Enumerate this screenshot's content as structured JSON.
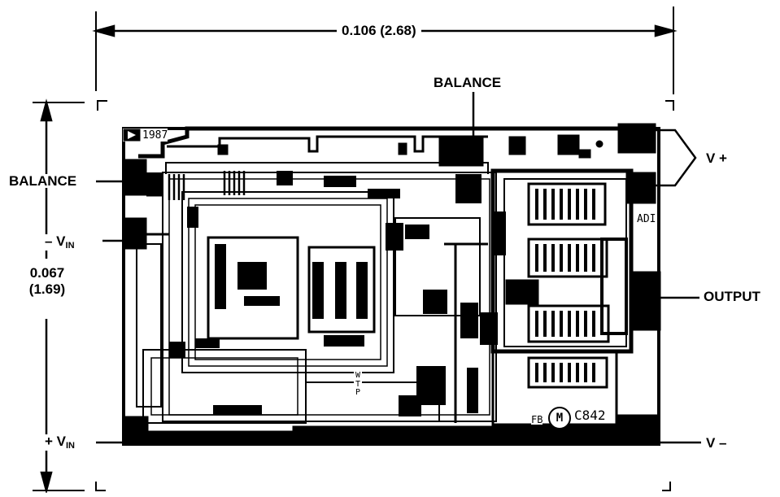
{
  "dimensions": {
    "width_label": "0.106 (2.68)",
    "height_inches": "0.067",
    "height_mm": "(1.69)"
  },
  "pins": {
    "balance_top": "BALANCE",
    "balance_left": "BALANCE",
    "minus_vin_sign": "– V",
    "minus_vin_sub": "IN",
    "plus_vin_sign": "+ V",
    "plus_vin_sub": "IN",
    "v_plus": "V +",
    "output": "OUTPUT",
    "v_minus": "V –"
  },
  "die_markings": {
    "year": "1987",
    "brand": "ADI",
    "initials": "FB",
    "motorola_glyph": "M",
    "code": "C842",
    "vertical_code": "WTP"
  },
  "colors": {
    "ink": "#000000",
    "paper": "#ffffff"
  }
}
